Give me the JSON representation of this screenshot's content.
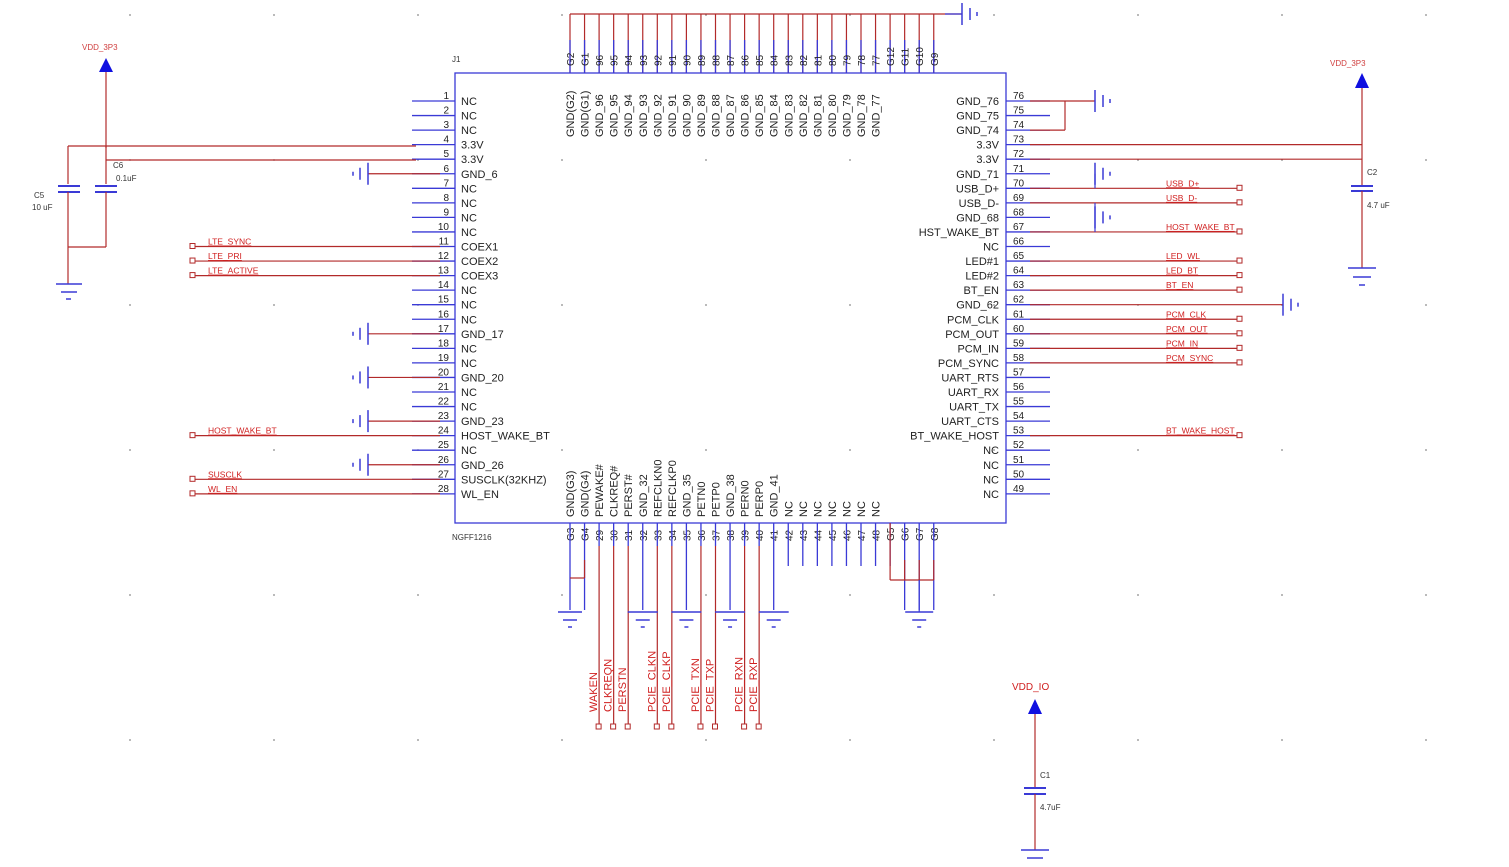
{
  "title": "NGFF1216 M.2 connector schematic",
  "colors": {
    "wire": "#b22a2a",
    "pin": "#3a3ad6",
    "net_label": "#d02020",
    "power_arrow": "#1010e0",
    "text": "#222222"
  },
  "part": {
    "ref": "J1",
    "value": "NGFF1216"
  },
  "left_pins": [
    {
      "num": "1",
      "name": "NC"
    },
    {
      "num": "2",
      "name": "NC"
    },
    {
      "num": "3",
      "name": "NC"
    },
    {
      "num": "4",
      "name": "3.3V",
      "wire": "vdd"
    },
    {
      "num": "5",
      "name": "3.3V",
      "wire": "vdd"
    },
    {
      "num": "6",
      "name": "GND_6",
      "gnd": true
    },
    {
      "num": "7",
      "name": "NC"
    },
    {
      "num": "8",
      "name": "NC"
    },
    {
      "num": "9",
      "name": "NC"
    },
    {
      "num": "10",
      "name": "NC"
    },
    {
      "num": "11",
      "name": "COEX1",
      "net": "LTE_SYNC"
    },
    {
      "num": "12",
      "name": "COEX2",
      "net": "LTE_PRI"
    },
    {
      "num": "13",
      "name": "COEX3",
      "net": "LTE_ACTIVE"
    },
    {
      "num": "14",
      "name": "NC"
    },
    {
      "num": "15",
      "name": "NC"
    },
    {
      "num": "16",
      "name": "NC"
    },
    {
      "num": "17",
      "name": "GND_17",
      "gnd": true
    },
    {
      "num": "18",
      "name": "NC"
    },
    {
      "num": "19",
      "name": "NC"
    },
    {
      "num": "20",
      "name": "GND_20",
      "gnd": true
    },
    {
      "num": "21",
      "name": "NC"
    },
    {
      "num": "22",
      "name": "NC"
    },
    {
      "num": "23",
      "name": "GND_23",
      "gnd": true
    },
    {
      "num": "24",
      "name": "HOST_WAKE_BT",
      "net": "HOST_WAKE_BT"
    },
    {
      "num": "25",
      "name": "NC"
    },
    {
      "num": "26",
      "name": "GND_26",
      "gnd": true
    },
    {
      "num": "27",
      "name": "SUSCLK(32KHZ)",
      "net": "SUSCLK"
    },
    {
      "num": "28",
      "name": "WL_EN",
      "net": "WL_EN"
    }
  ],
  "right_pins": [
    {
      "num": "76",
      "name": "GND_76",
      "gnd": true
    },
    {
      "num": "75",
      "name": "GND_75",
      "gnd": true
    },
    {
      "num": "74",
      "name": "GND_74",
      "gnd": true
    },
    {
      "num": "73",
      "name": "3.3V",
      "wire": "vdd"
    },
    {
      "num": "72",
      "name": "3.3V",
      "wire": "vdd"
    },
    {
      "num": "71",
      "name": "GND_71",
      "gnd": true
    },
    {
      "num": "70",
      "name": "USB_D+",
      "net": "USB_D+"
    },
    {
      "num": "69",
      "name": "USB_D-",
      "net": "USB_D-"
    },
    {
      "num": "68",
      "name": "GND_68",
      "gnd": true
    },
    {
      "num": "67",
      "name": "HST_WAKE_BT",
      "net": "HOST_WAKE_BT"
    },
    {
      "num": "66",
      "name": "NC"
    },
    {
      "num": "65",
      "name": "LED#1",
      "net": "LED_WL"
    },
    {
      "num": "64",
      "name": "LED#2",
      "net": "LED_BT"
    },
    {
      "num": "63",
      "name": "BT_EN",
      "net": "BT_EN"
    },
    {
      "num": "62",
      "name": "GND_62",
      "gnd": true
    },
    {
      "num": "61",
      "name": "PCM_CLK",
      "net": "PCM_CLK"
    },
    {
      "num": "60",
      "name": "PCM_OUT",
      "net": "PCM_OUT"
    },
    {
      "num": "59",
      "name": "PCM_IN",
      "net": "PCM_IN"
    },
    {
      "num": "58",
      "name": "PCM_SYNC",
      "net": "PCM_SYNC"
    },
    {
      "num": "57",
      "name": "UART_RTS"
    },
    {
      "num": "56",
      "name": "UART_RX"
    },
    {
      "num": "55",
      "name": "UART_TX"
    },
    {
      "num": "54",
      "name": "UART_CTS"
    },
    {
      "num": "53",
      "name": "BT_WAKE_HOST",
      "net": "BT_WAKE_HOST"
    },
    {
      "num": "52",
      "name": "NC"
    },
    {
      "num": "51",
      "name": "NC"
    },
    {
      "num": "50",
      "name": "NC"
    },
    {
      "num": "49",
      "name": "NC"
    }
  ],
  "top_pins": [
    {
      "num": "G2",
      "name": "GND(G2)"
    },
    {
      "num": "G1",
      "name": "GND(G1)"
    },
    {
      "num": "96",
      "name": "GND_96"
    },
    {
      "num": "95",
      "name": "GND_95"
    },
    {
      "num": "94",
      "name": "GND_94"
    },
    {
      "num": "93",
      "name": "GND_93"
    },
    {
      "num": "92",
      "name": "GND_92"
    },
    {
      "num": "91",
      "name": "GND_91"
    },
    {
      "num": "90",
      "name": "GND_90"
    },
    {
      "num": "89",
      "name": "GND_89"
    },
    {
      "num": "88",
      "name": "GND_88"
    },
    {
      "num": "87",
      "name": "GND_87"
    },
    {
      "num": "86",
      "name": "GND_86"
    },
    {
      "num": "85",
      "name": "GND_85"
    },
    {
      "num": "84",
      "name": "GND_84"
    },
    {
      "num": "83",
      "name": "GND_83"
    },
    {
      "num": "82",
      "name": "GND_82"
    },
    {
      "num": "81",
      "name": "GND_81"
    },
    {
      "num": "80",
      "name": "GND_80"
    },
    {
      "num": "79",
      "name": "GND_79"
    },
    {
      "num": "78",
      "name": "GND_78"
    },
    {
      "num": "77",
      "name": "GND_77"
    },
    {
      "num": "G12",
      "name": ""
    },
    {
      "num": "G11",
      "name": ""
    },
    {
      "num": "G10",
      "name": ""
    },
    {
      "num": "G9",
      "name": ""
    }
  ],
  "bottom_pins": [
    {
      "num": "G3",
      "name": "GND(G3)",
      "kind": "gnd_a"
    },
    {
      "num": "G4",
      "name": "GND(G4)",
      "kind": "gnd_a"
    },
    {
      "num": "29",
      "name": "PEWAKE#",
      "net": "WAKEN"
    },
    {
      "num": "30",
      "name": "CLKREQ#",
      "net": "CLKREQN"
    },
    {
      "num": "31",
      "name": "PERST#",
      "net": "PERSTN"
    },
    {
      "num": "32",
      "name": "GND_32",
      "kind": "gnd_b"
    },
    {
      "num": "33",
      "name": "REFCLKN0",
      "net": "PCIE_CLKN"
    },
    {
      "num": "34",
      "name": "REFCLKP0",
      "net": "PCIE_CLKP"
    },
    {
      "num": "35",
      "name": "GND_35",
      "kind": "gnd_c"
    },
    {
      "num": "36",
      "name": "PETN0",
      "net": "PCIE_TXN"
    },
    {
      "num": "37",
      "name": "PETP0",
      "net": "PCIE_TXP"
    },
    {
      "num": "38",
      "name": "GND_38",
      "kind": "gnd_d"
    },
    {
      "num": "39",
      "name": "PERN0",
      "net": "PCIE_RXN"
    },
    {
      "num": "40",
      "name": "PERP0",
      "net": "PCIE_RXP"
    },
    {
      "num": "41",
      "name": "GND_41",
      "kind": "gnd_e"
    },
    {
      "num": "42",
      "name": "NC"
    },
    {
      "num": "43",
      "name": "NC"
    },
    {
      "num": "44",
      "name": "NC"
    },
    {
      "num": "45",
      "name": "NC"
    },
    {
      "num": "46",
      "name": "NC"
    },
    {
      "num": "47",
      "name": "NC"
    },
    {
      "num": "48",
      "name": "NC"
    },
    {
      "num": "G5",
      "name": ""
    },
    {
      "num": "G6",
      "name": "",
      "kind": "gnd_f"
    },
    {
      "num": "G7",
      "name": "",
      "kind": "gnd_f"
    },
    {
      "num": "G8",
      "name": "",
      "kind": "gnd_f"
    }
  ],
  "power_ports": [
    {
      "id": "vdd-left",
      "label": "VDD_3P3"
    },
    {
      "id": "vdd-right",
      "label": "VDD_3P3"
    },
    {
      "id": "vdd-io",
      "label": "VDD_IO"
    }
  ],
  "capacitors": [
    {
      "ref": "C5",
      "value": "10 uF"
    },
    {
      "ref": "C6",
      "value": "0.1uF"
    },
    {
      "ref": "C2",
      "value": "4.7 uF"
    },
    {
      "ref": "C1",
      "value": "4.7uF"
    }
  ]
}
